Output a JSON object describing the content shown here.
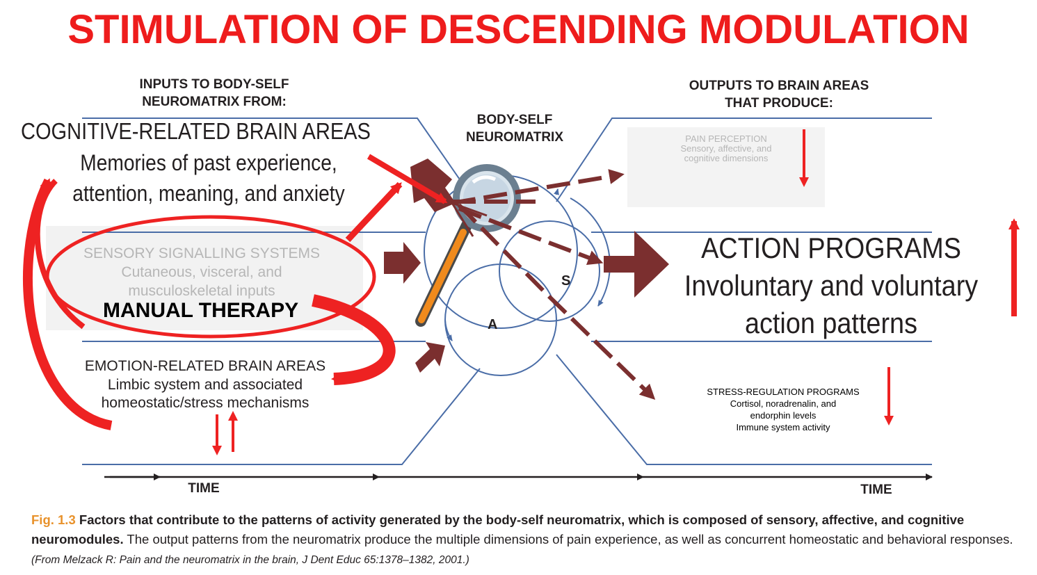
{
  "slide_title": "STIMULATION OF DESCENDING MODULATION",
  "inputs_header": [
    "INPUTS TO BODY-SELF",
    "NEUROMATRIX FROM:"
  ],
  "neuromatrix_label": [
    "BODY-SELF",
    "NEUROMATRIX"
  ],
  "outputs_header": [
    "OUTPUTS TO BRAIN AREAS",
    "THAT PRODUCE:"
  ],
  "cognitive": {
    "title": "COGNITIVE-RELATED BRAIN AREAS",
    "lines": [
      "Memories of past experience,",
      "attention, meaning, and anxiety"
    ]
  },
  "sensory": {
    "title": "SENSORY SIGNALLING SYSTEMS",
    "lines": [
      "Cutaneous, visceral, and",
      "musculoskeletal inputs"
    ]
  },
  "manual_therapy": "MANUAL THERAPY",
  "emotion": {
    "title": "EMOTION-RELATED BRAIN AREAS",
    "lines": [
      "Limbic system and associated",
      "homeostatic/stress mechanisms"
    ]
  },
  "pain_perception": {
    "title": "PAIN PERCEPTION",
    "lines": [
      "Sensory, affective, and",
      "cognitive dimensions"
    ]
  },
  "action_programs": {
    "title": "ACTION PROGRAMS",
    "lines": [
      "Involuntary and voluntary",
      "action patterns"
    ]
  },
  "stress_regulation": {
    "title": "STRESS-REGULATION PROGRAMS",
    "lines": [
      "Cortisol, noradrenalin, and",
      "endorphin levels",
      "Immune system activity"
    ]
  },
  "circle_labels": {
    "a": "A",
    "s": "S"
  },
  "time_left": "TIME",
  "time_right": "TIME",
  "caption": {
    "fig_label": "Fig. 1.3",
    "bold_text": "Factors that contribute to the patterns of activity generated by the body-self neuromatrix, which is composed of sensory, affective, and cognitive neuromodules.",
    "body_text": "The output patterns from the neuromatrix produce the multiple dimensions of pain experience, as well as concurrent homeostatic and behavioral responses.",
    "citation": "(From Melzack R: Pain and the neuromatrix in the brain, J Dent Educ 65:1378–1382, 2001.)"
  },
  "colors": {
    "title_red": "#ee1c1c",
    "annotation_red": "#ee2222",
    "dark_arrow": "#7b2f2f",
    "line_blue": "#4a6da7",
    "fig_orange": "#e8922c",
    "magnifier_handle": "#f08a1c"
  },
  "icons": [
    "magnifying-glass-icon"
  ]
}
